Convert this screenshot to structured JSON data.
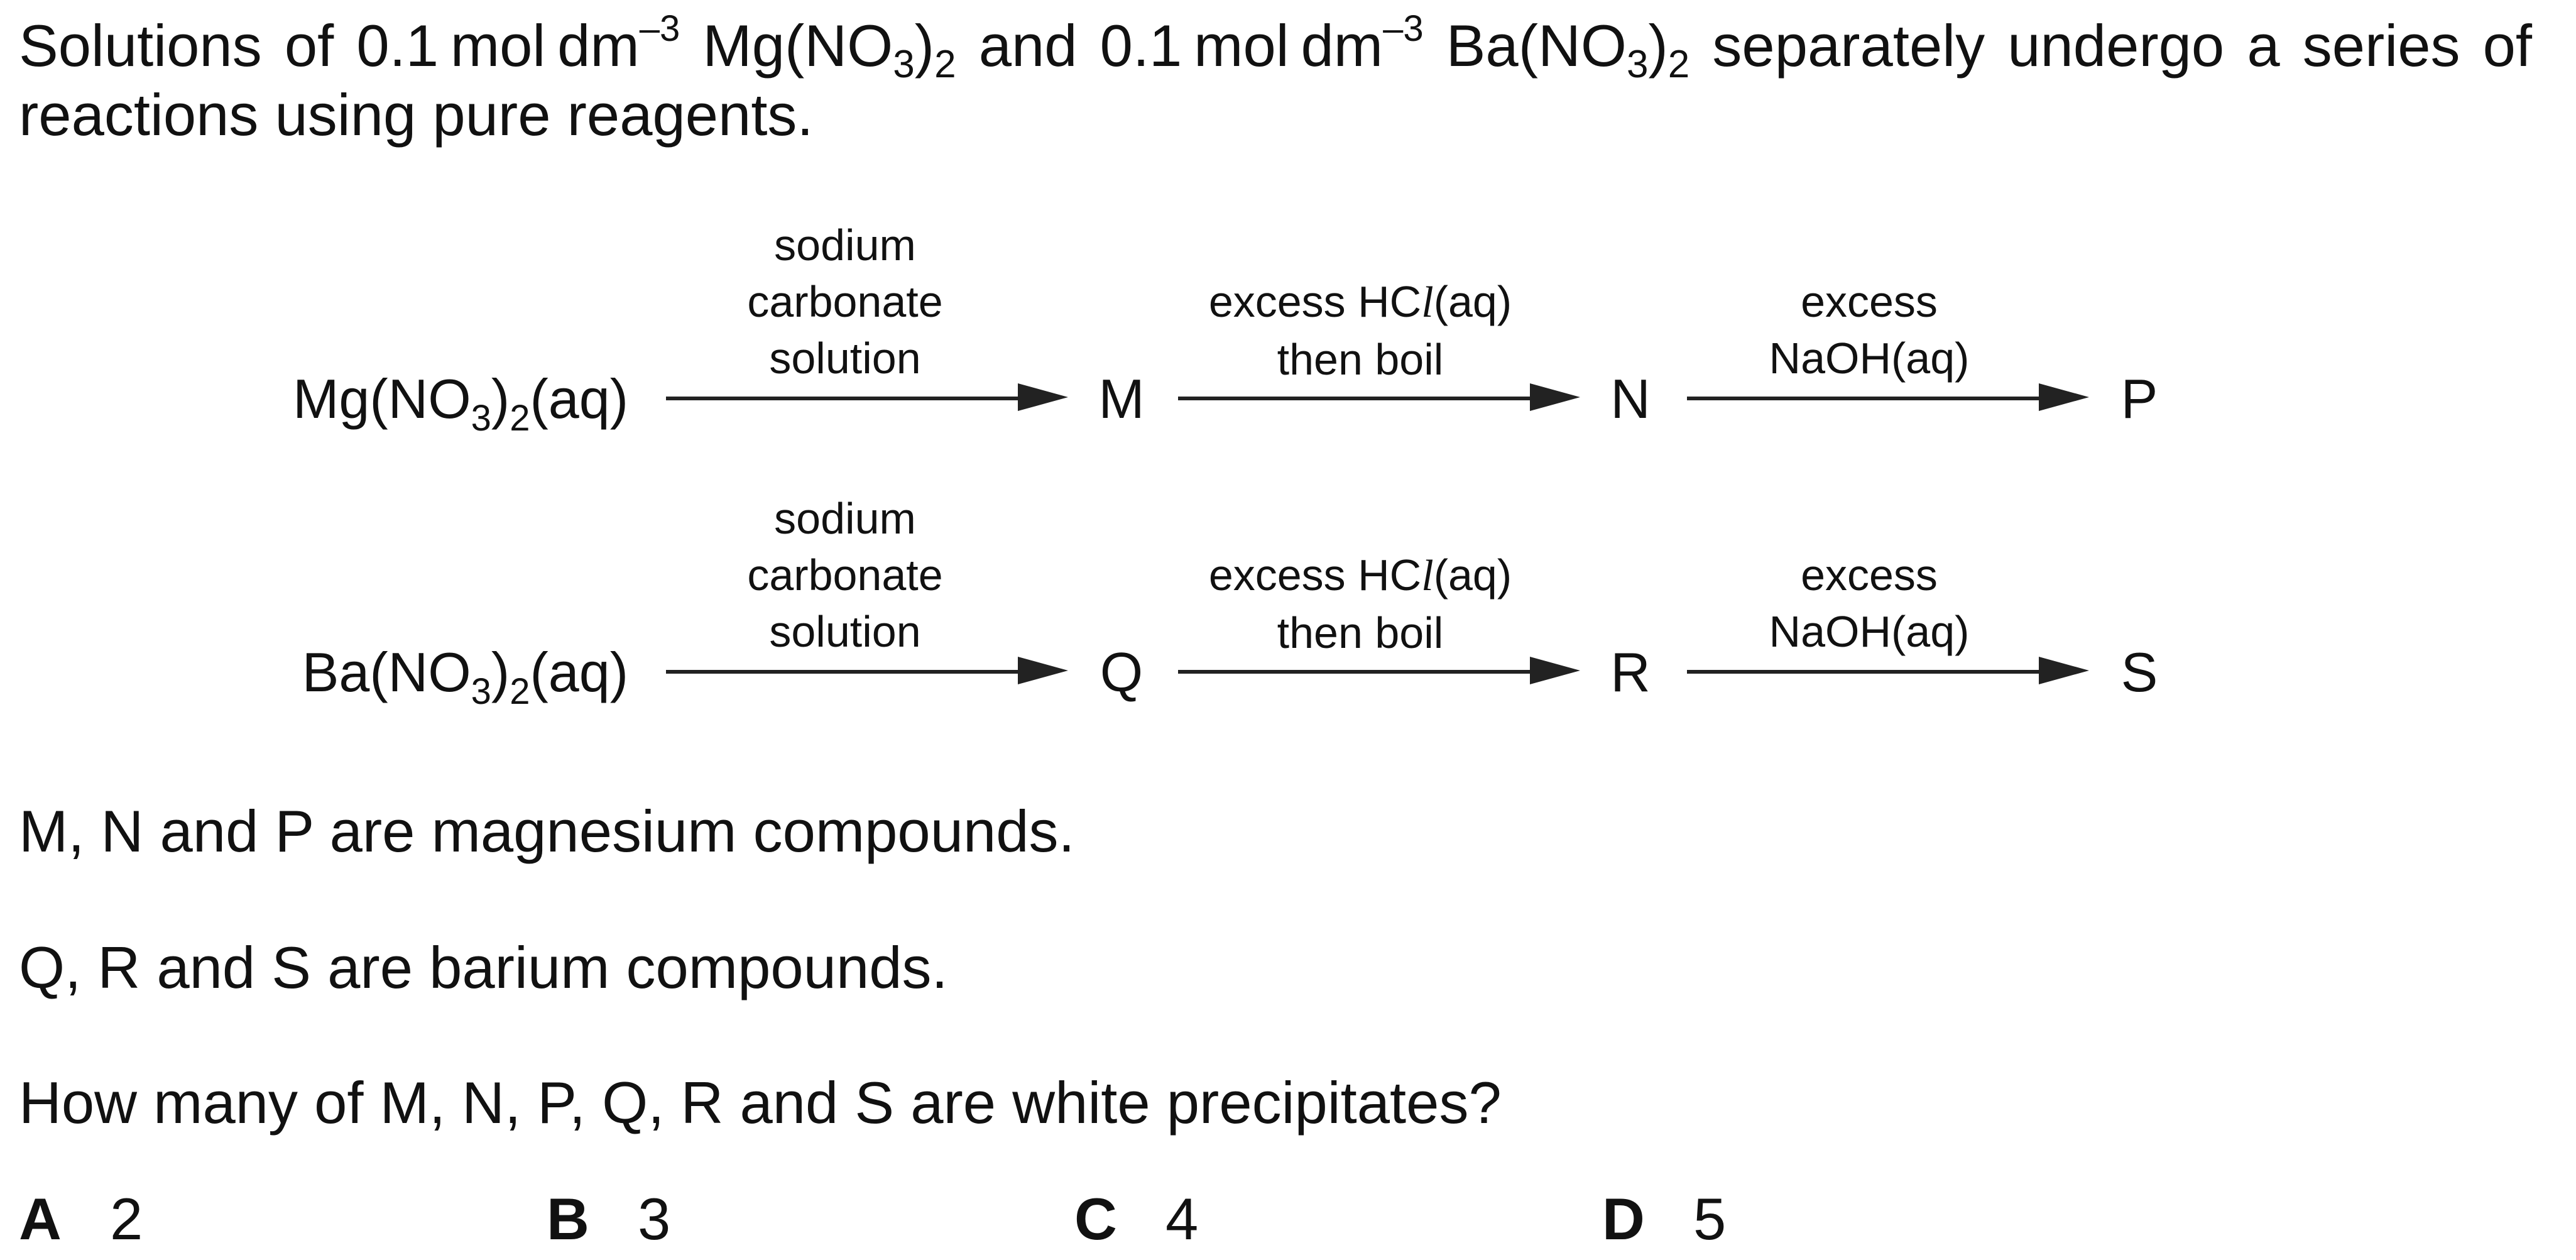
{
  "question": {
    "intro": {
      "p1": "Solutions of 0.1",
      "unit1": "mol",
      "unit2": "dm",
      "exp": "–3",
      "salt1_a": "Mg(NO",
      "salt1_sub": "3",
      "salt1_b": ")",
      "salt1_sub2": "2",
      "p2": "and 0.1",
      "salt2_a": "Ba(NO",
      "salt2_b": ")",
      "p3": "separately undergo a series of reactions using pure reagents."
    },
    "scheme": {
      "row1": {
        "reactant_a": "Mg(NO",
        "reactant_sub": "3",
        "reactant_b": ")",
        "reactant_sub2": "2",
        "reactant_c": "(aq)",
        "p1": "M",
        "p2": "N",
        "p3": "P"
      },
      "row2": {
        "reactant_a": "Ba(NO",
        "reactant_sub": "3",
        "reactant_b": ")",
        "reactant_sub2": "2",
        "reactant_c": "(aq)",
        "p1": "Q",
        "p2": "R",
        "p3": "S"
      },
      "conditions": {
        "step1_l1": "sodium",
        "step1_l2": "carbonate",
        "step1_l3": "solution",
        "step2_l1a": "excess HC",
        "step2_l1b": "l",
        "step2_l1c": "(aq)",
        "step2_l2": "then boil",
        "step3_l1": "excess",
        "step3_l2": "NaOH(aq)"
      }
    },
    "statement1": "M, N and P are magnesium compounds.",
    "statement2": "Q, R and S are barium compounds.",
    "prompt": "How many of M, N, P, Q, R and S are white precipitates?",
    "options": [
      {
        "key": "A",
        "value": "2"
      },
      {
        "key": "B",
        "value": "3"
      },
      {
        "key": "C",
        "value": "4"
      },
      {
        "key": "D",
        "value": "5"
      }
    ]
  }
}
